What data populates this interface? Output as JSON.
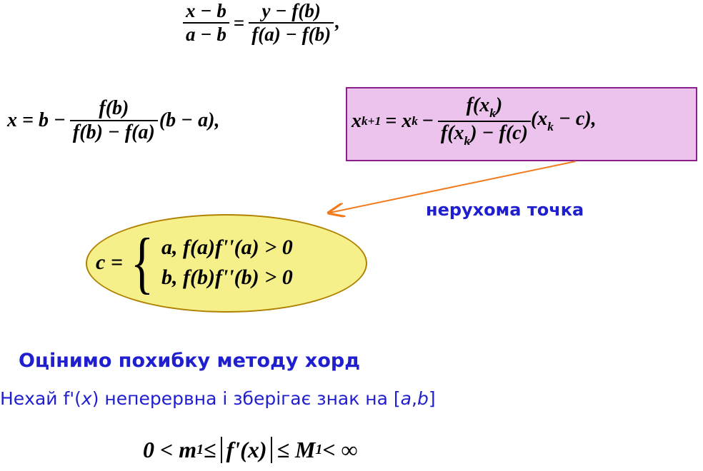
{
  "formula1": {
    "num_left": "x − b",
    "den_left": "a − b",
    "eq": "=",
    "num_right": "y − f(b)",
    "den_right": "f(a) − f(b)",
    "tail": ","
  },
  "formula2": {
    "lhs": "x = b −",
    "num": "f(b)",
    "den": "f(b) − f(a)",
    "tail": "(b − a),"
  },
  "formula3": {
    "x": "x",
    "k1": "k+1",
    "eq_x": "= x",
    "k": "k",
    "num_f": "f(x",
    "num_close": ")",
    "den_f": "f(x",
    "den_rest": ") − f(c)",
    "tail_open": "(x",
    "tail_close": " − c),"
  },
  "fixed_point_label": "нерухома точка",
  "piecewise": {
    "lhs": "c =",
    "case1": "a,   f(a)f''(a) > 0",
    "case2": "b,   f(b)f''(b) > 0"
  },
  "heading": "Оцінимо похибку методу хорд",
  "statement": {
    "prefix": "Нехай ",
    "fprime": "f'(",
    "x": "x",
    "after": ") неперервна і зберігає знак на [",
    "a": "a",
    "comma": ",",
    "b": "b",
    "close": "]"
  },
  "inequality": {
    "left": "0 < m",
    "sub1": "1",
    "mid_le": " ≤ ",
    "abs": "f'(x)",
    "right_le": " ≤ M",
    "sub2": "1",
    "tail": " < ∞"
  },
  "colors": {
    "box_fill": "#ebc3ec",
    "box_border": "#8a1e8c",
    "ellipse_fill": "#f6f08a",
    "ellipse_border": "#b08000",
    "arrow": "#f07a1c",
    "label_blue": "#1f1fcf"
  }
}
